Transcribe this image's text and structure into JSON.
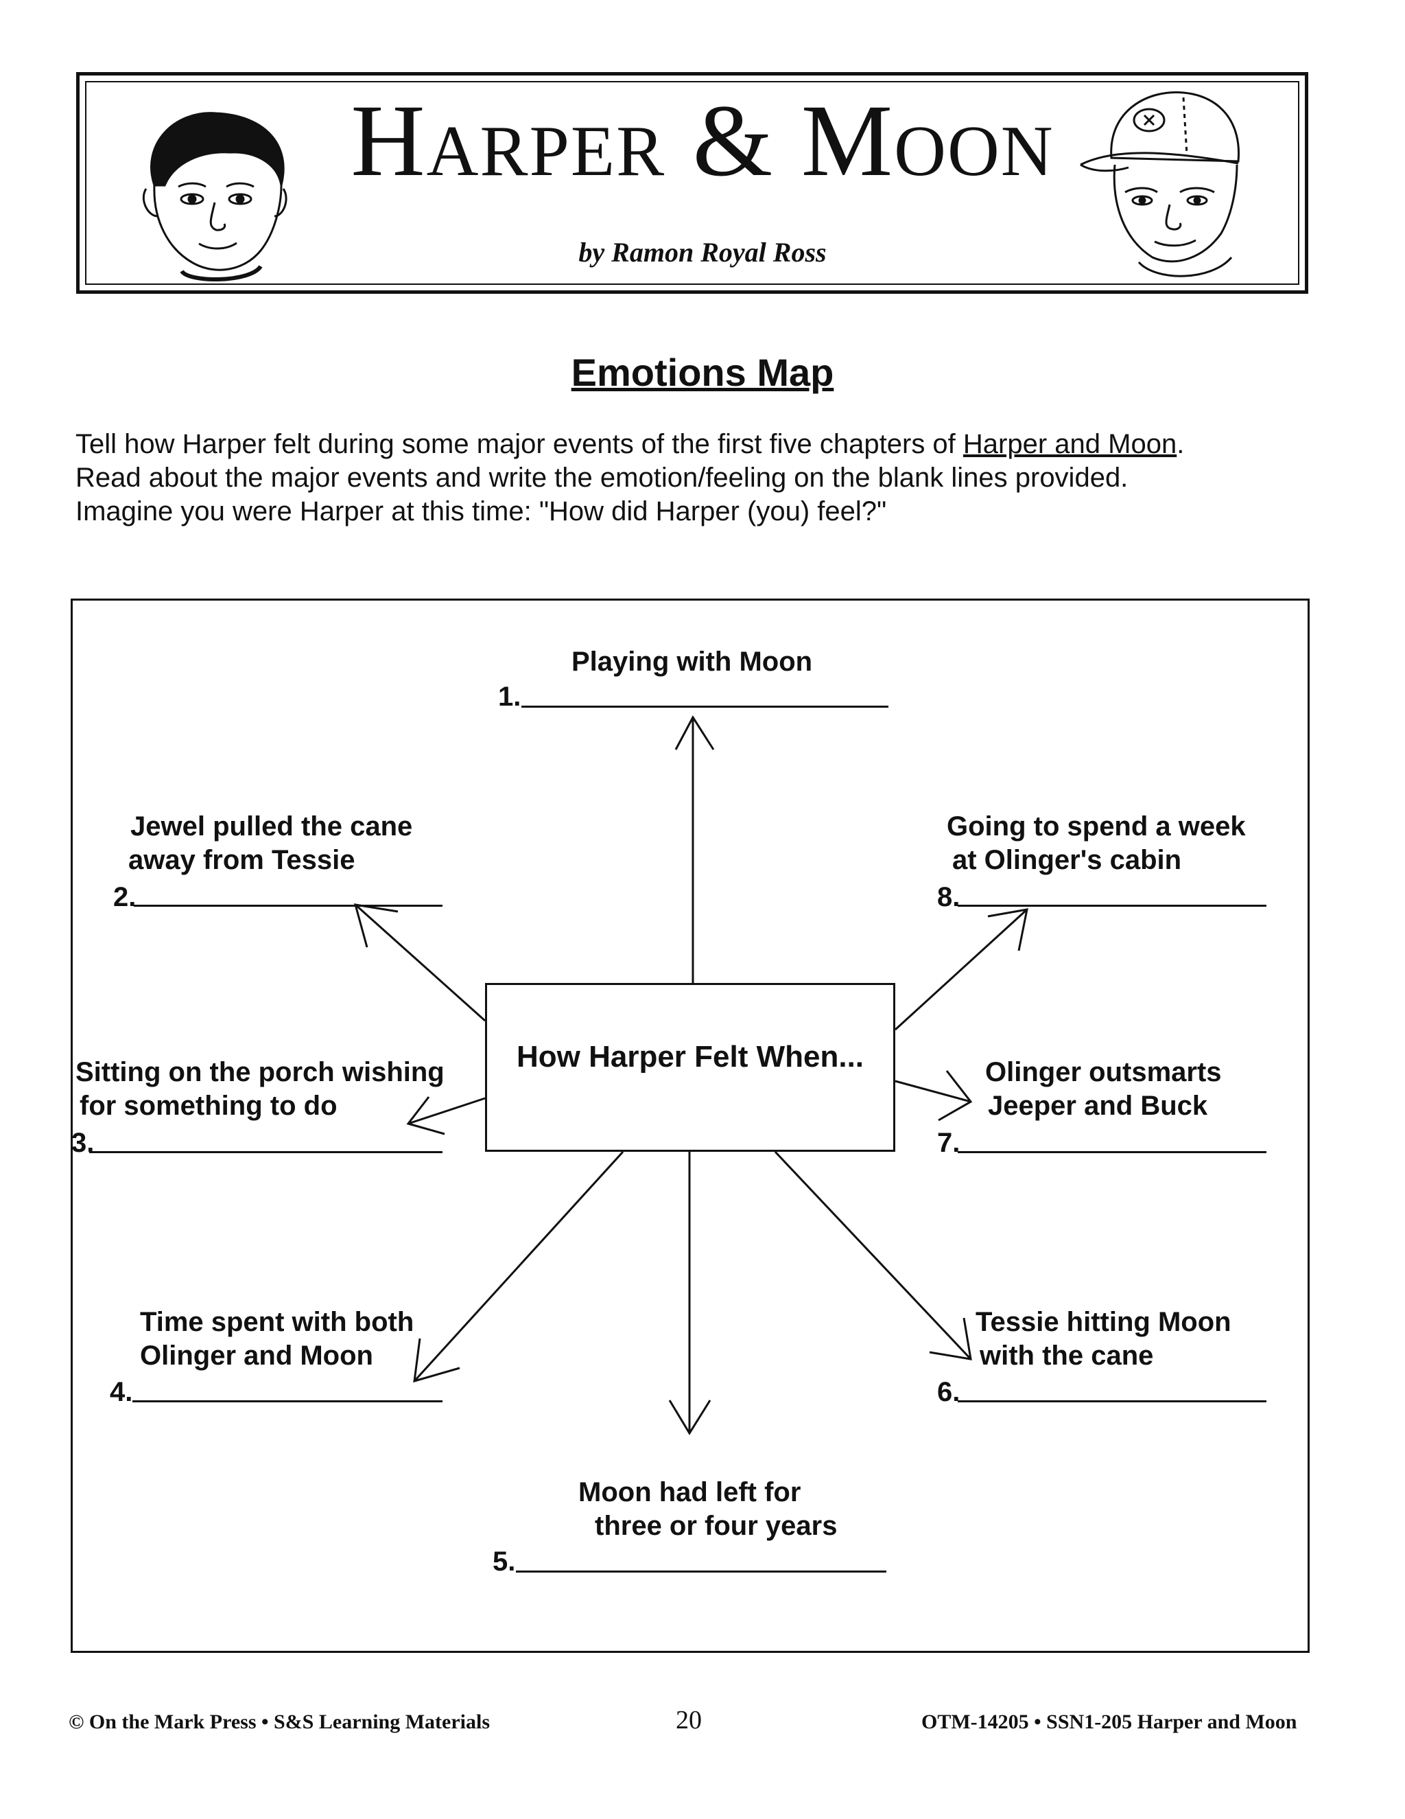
{
  "header": {
    "title": "Harper & Moon",
    "byline": "by Ramon Royal Ross"
  },
  "worksheet": {
    "heading": "Emotions Map",
    "intro": {
      "line1_before": "Tell how Harper felt during some major events of the first five chapters of ",
      "book_title": "Harper and Moon",
      "line1_after": ".",
      "line2": "Read about the major events and write the emotion/feeling on the blank lines provided.",
      "line3": "Imagine you were Harper at this time:  \"How did Harper (you) feel?\""
    }
  },
  "map": {
    "center": "How Harper Felt When...",
    "events": [
      {
        "number": "1.",
        "lines": [
          "Playing with Moon"
        ]
      },
      {
        "number": "2.",
        "lines": [
          "Jewel pulled the cane",
          "away from Tessie"
        ]
      },
      {
        "number": "3.",
        "lines": [
          "Sitting on the porch wishing",
          "for something to do"
        ]
      },
      {
        "number": "4.",
        "lines": [
          "Time spent with both",
          "Olinger and Moon"
        ]
      },
      {
        "number": "5.",
        "lines": [
          "Moon had left for",
          "three or four years"
        ]
      },
      {
        "number": "6.",
        "lines": [
          "Tessie hitting Moon",
          "with the cane"
        ]
      },
      {
        "number": "7.",
        "lines": [
          "Olinger outsmarts",
          "Jeeper and Buck"
        ]
      },
      {
        "number": "8.",
        "lines": [
          "Going to spend a week",
          "at Olinger's cabin"
        ]
      }
    ]
  },
  "footer": {
    "left": "© On the Mark Press • S&S Learning Materials",
    "page": "20",
    "right": "OTM-14205 • SSN1-205 Harper and Moon"
  }
}
